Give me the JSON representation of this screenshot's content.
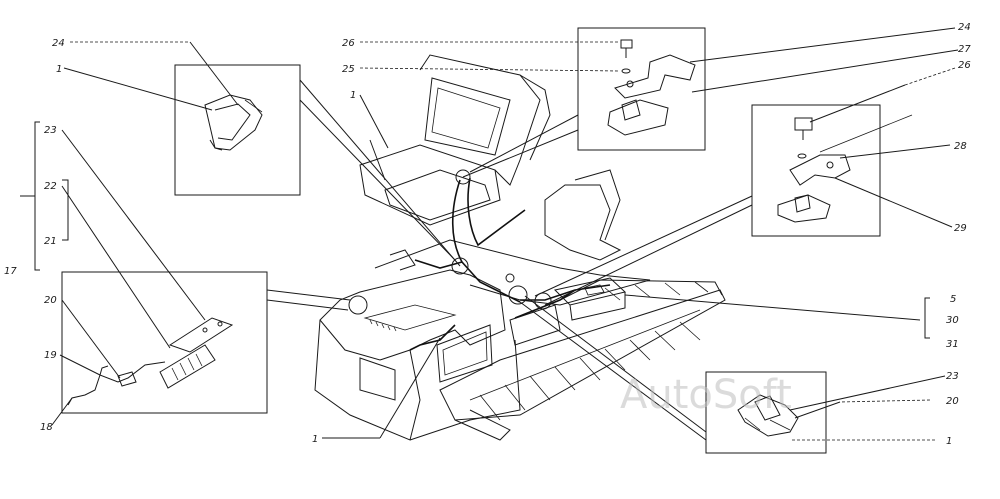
{
  "watermark": "AutoSoft",
  "callouts": {
    "c24a": "24",
    "c1a": "1",
    "c23": "23",
    "c22": "22",
    "c21": "21",
    "c17": "17",
    "c20": "20",
    "c19": "19",
    "c18": "18",
    "c26a": "26",
    "c25": "25",
    "c1b": "1",
    "c24b": "24",
    "c27": "27",
    "c26b": "26",
    "c28": "28",
    "c29": "29",
    "c5": "5",
    "c30": "30",
    "c31": "31",
    "c1c": "1",
    "c23b": "23",
    "c20b": "20",
    "c1d": "1"
  }
}
